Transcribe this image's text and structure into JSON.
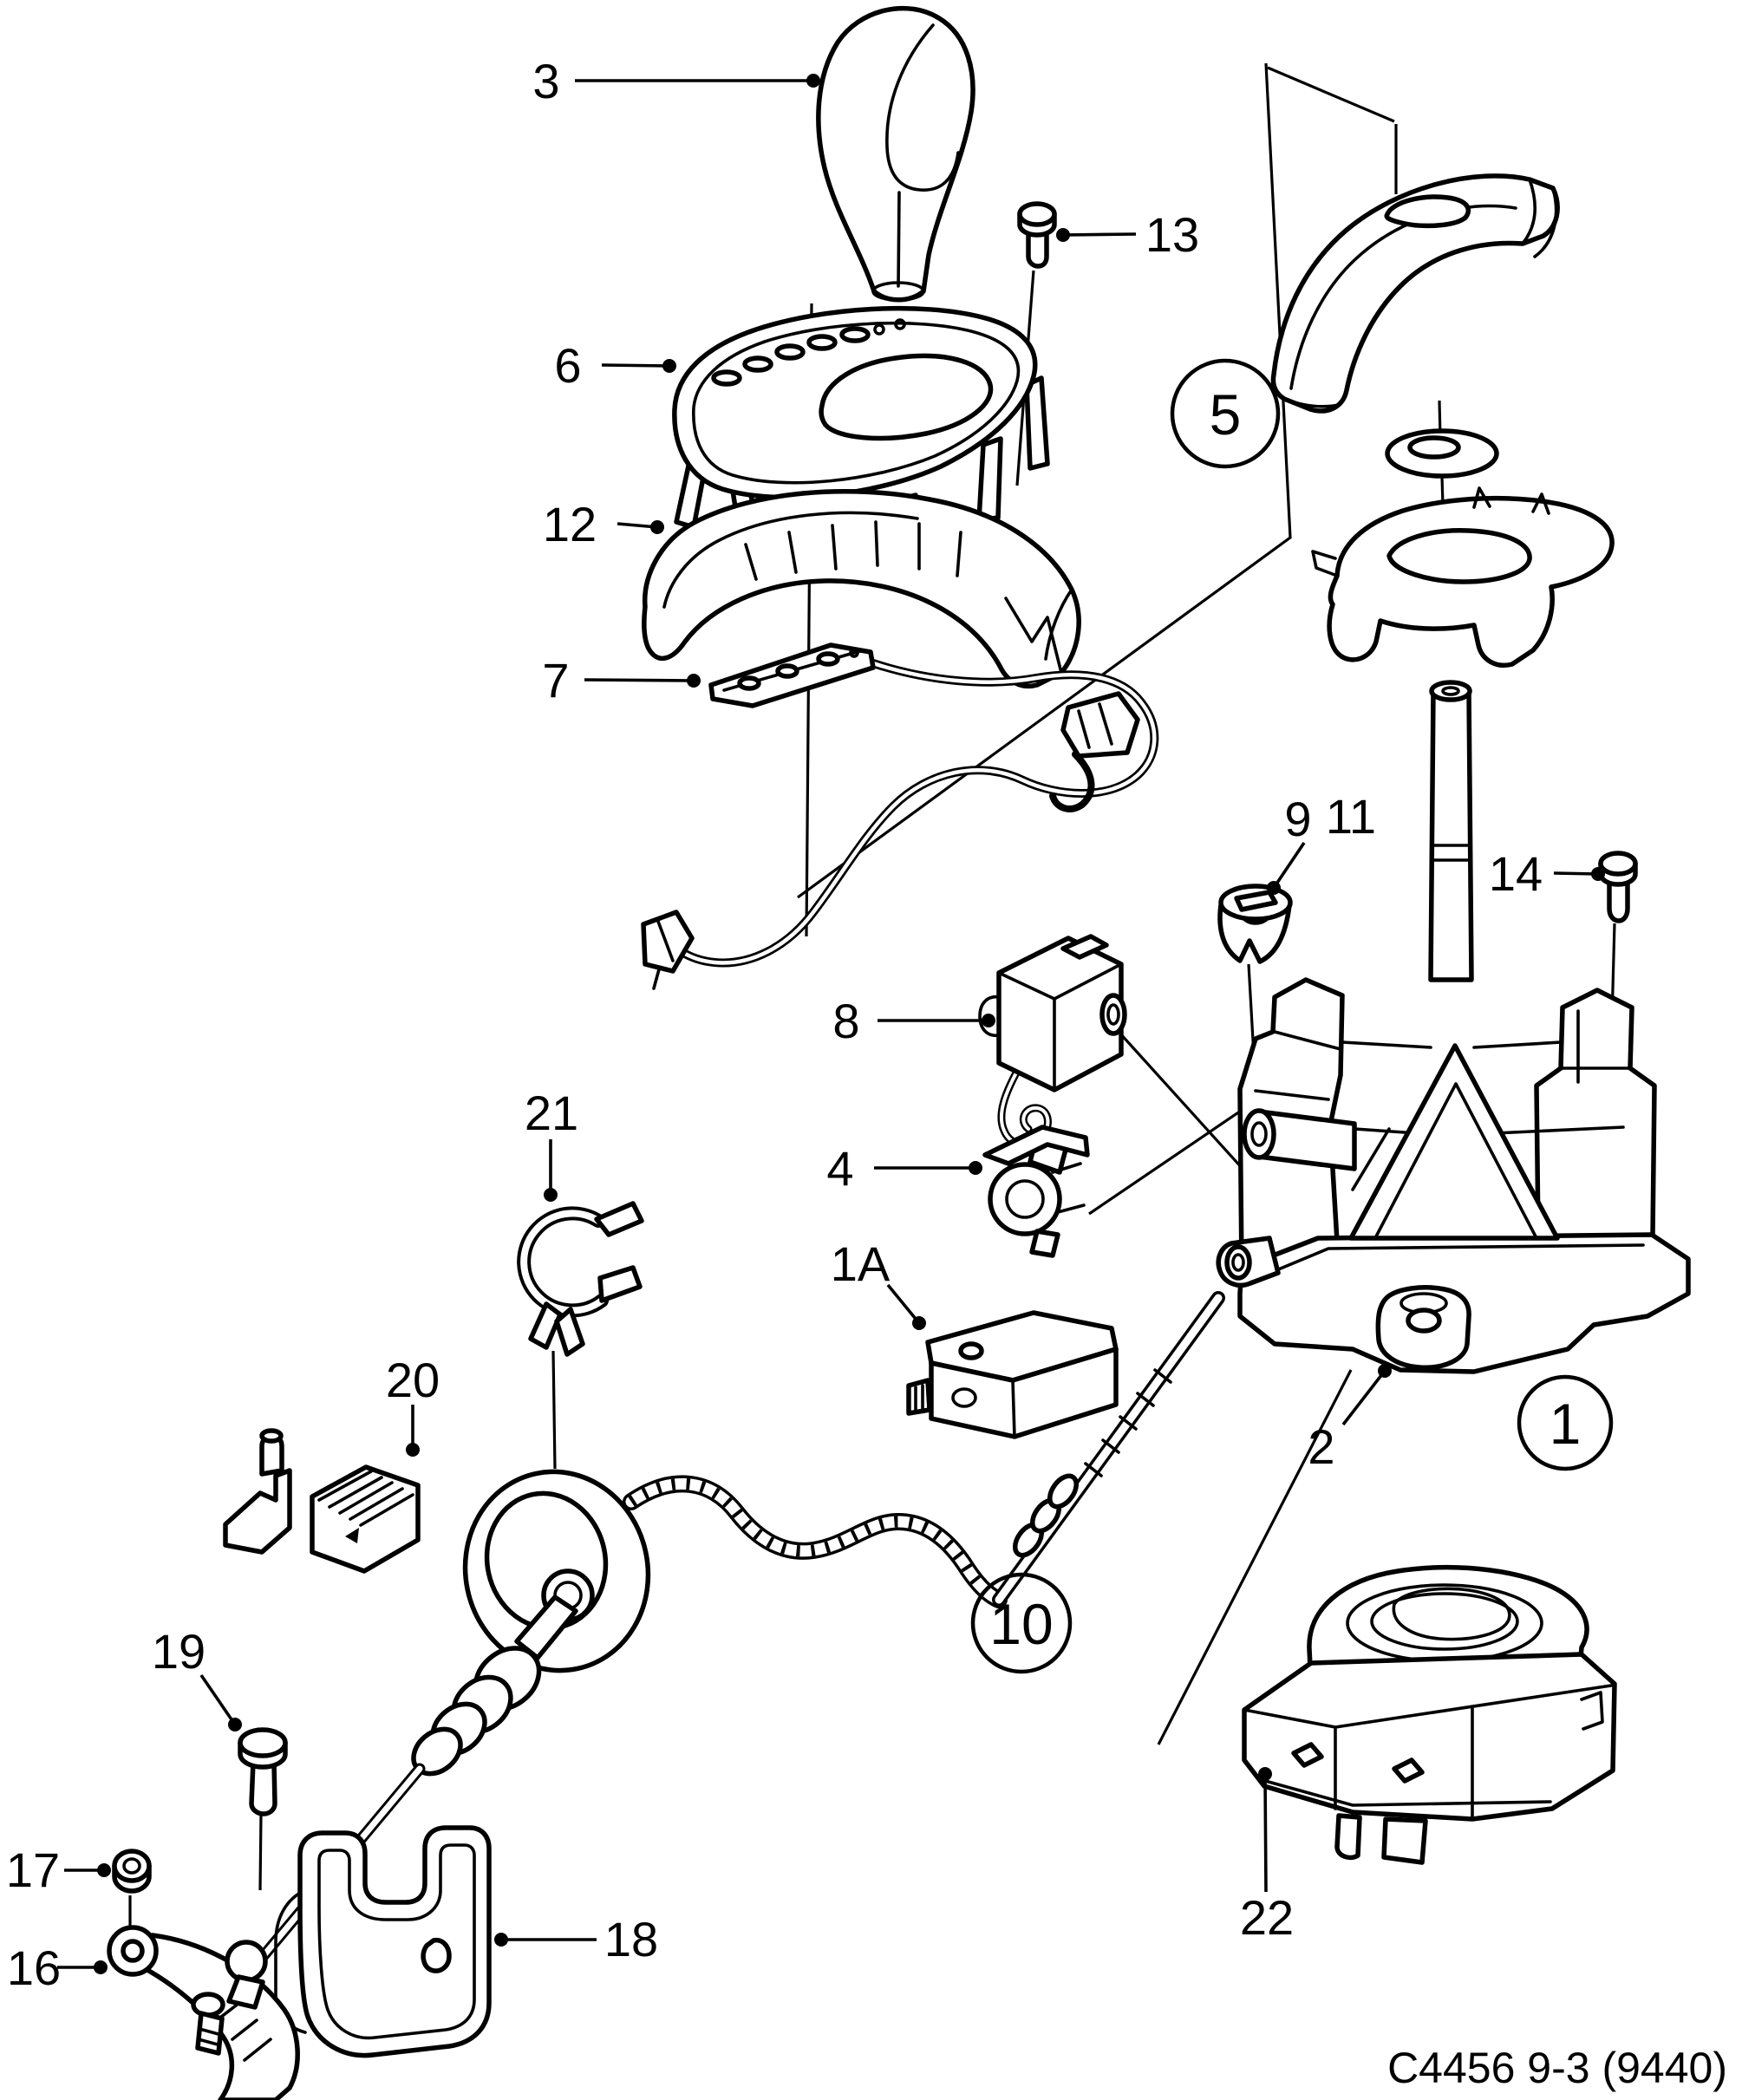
{
  "page": {
    "background": "#ffffff",
    "ink": "#000000"
  },
  "caption": "C4456 9-3 (9440)",
  "callouts": {
    "k3": {
      "label": "3"
    },
    "k6": {
      "label": "6"
    },
    "k12": {
      "label": "12"
    },
    "k7": {
      "label": "7"
    },
    "k13": {
      "label": "13"
    },
    "k5": {
      "label": "5",
      "circled": true
    },
    "k9": {
      "label": "9"
    },
    "k11": {
      "label": "11"
    },
    "k14": {
      "label": "14"
    },
    "k8": {
      "label": "8"
    },
    "k4": {
      "label": "4"
    },
    "k1a": {
      "label": "1A"
    },
    "k21": {
      "label": "21"
    },
    "k20": {
      "label": "20"
    },
    "k2": {
      "label": "2"
    },
    "k1": {
      "label": "1",
      "circled": true
    },
    "k10": {
      "label": "10",
      "circled": true
    },
    "k19": {
      "label": "19"
    },
    "k17": {
      "label": "17"
    },
    "k16": {
      "label": "16"
    },
    "k18": {
      "label": "18"
    },
    "k22": {
      "label": "22"
    }
  }
}
